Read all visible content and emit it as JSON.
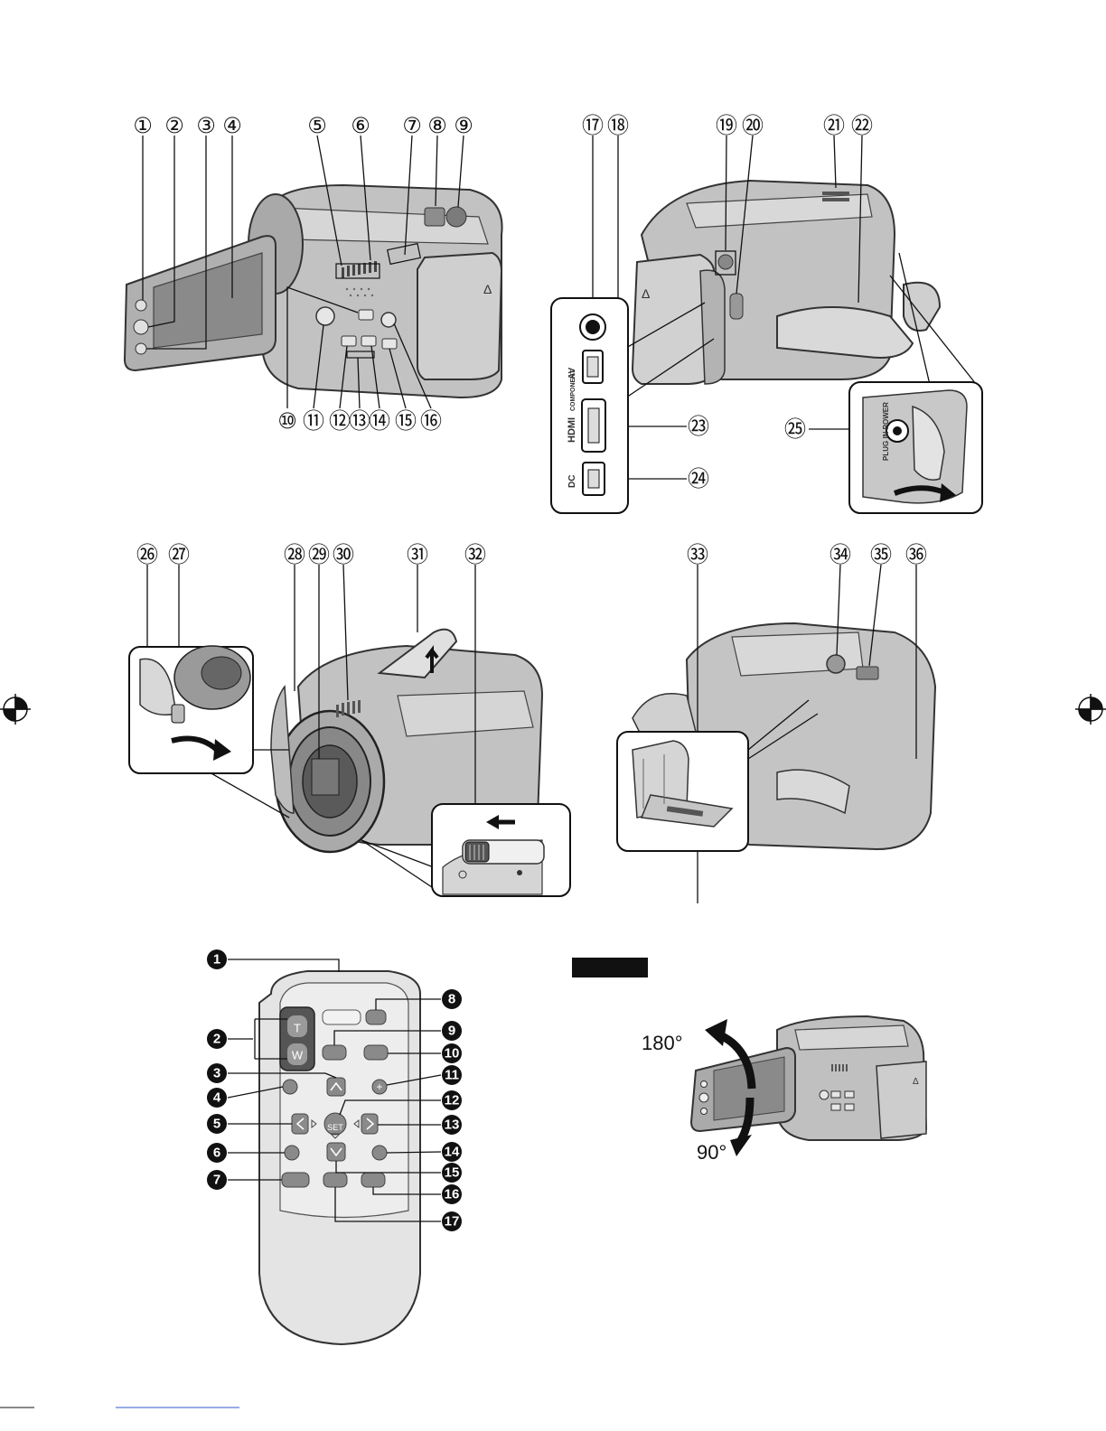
{
  "callouts_top_left": [
    "①",
    "②",
    "③",
    "④",
    "⑤",
    "⑥",
    "⑦",
    "⑧",
    "⑨",
    "⑩",
    "⑪",
    "⑫",
    "⑬",
    "⑭",
    "⑮",
    "⑯"
  ],
  "callouts_top_right": [
    "⑰",
    "⑱",
    "⑲",
    "⑳",
    "㉑",
    "㉒",
    "㉓",
    "㉔",
    "㉕"
  ],
  "callouts_bottom_left": [
    "㉖",
    "㉗",
    "㉘",
    "㉙",
    "㉚",
    "㉛",
    "㉜"
  ],
  "callouts_bottom_right": [
    "㉝",
    "㉞",
    "㉟",
    "㊱"
  ],
  "remote_callouts": [
    "1",
    "2",
    "3",
    "4",
    "5",
    "6",
    "7",
    "8",
    "9",
    "10",
    "11",
    "12",
    "13",
    "14",
    "15",
    "16",
    "17"
  ],
  "terminal_labels": {
    "av": "AV",
    "component": "COMPONENT",
    "hdmi": "HDMI",
    "dc": "DC",
    "plugin_power": "PLUG IN POWER"
  },
  "remote_labels": {
    "t": "T",
    "w": "W",
    "set": "SET"
  },
  "rotation": {
    "angle_up": "180°",
    "angle_down": "90°"
  },
  "colors": {
    "ink": "#111111",
    "body_gray": "#b8b8b8",
    "dark_gray": "#6e6e6e",
    "light_gray": "#d9d9d9"
  }
}
